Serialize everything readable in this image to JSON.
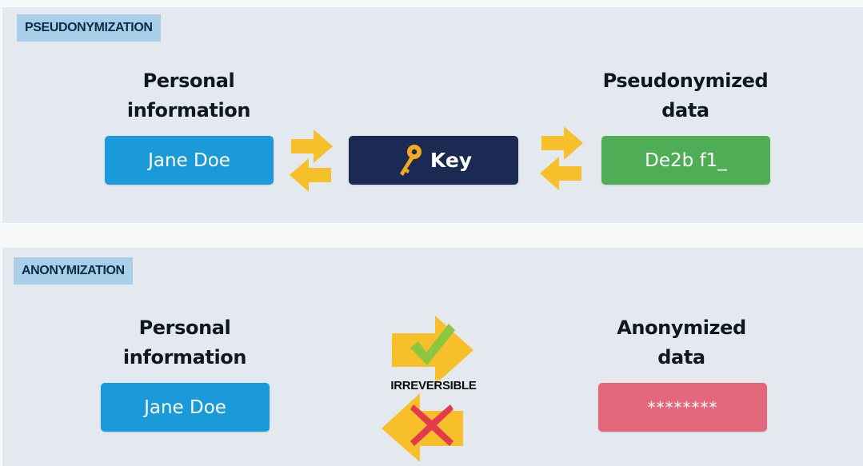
{
  "pseudonymization": {
    "tag": "PSEUDONYMIZATION",
    "left_heading": [
      "Personal",
      "information"
    ],
    "right_heading": [
      "Pseudonymized",
      "data"
    ],
    "input_value": "Jane Doe",
    "key_label": "Key",
    "output_value": "De2b f1_"
  },
  "anonymization": {
    "tag": "ANONYMIZATION",
    "left_heading": [
      "Personal",
      "information"
    ],
    "right_heading": [
      "Anonymized",
      "data"
    ],
    "input_value": "Jane Doe",
    "center_label": "IRREVERSIBLE",
    "output_value": "********"
  },
  "colors": {
    "panel_bg": "#e4e9ef",
    "tag_bg": "#a9cfe8",
    "blue_box": "#1b9ad9",
    "key_box": "#1b2a52",
    "green_box": "#4fae55",
    "red_box": "#e3677a",
    "arrow": "#f7bf2a",
    "check": "#8cc63f",
    "cross": "#e23b4a"
  },
  "icons": [
    "swap-arrows-icon",
    "key-icon",
    "forward-arrow-icon",
    "check-icon",
    "backward-arrow-icon",
    "cross-icon"
  ]
}
